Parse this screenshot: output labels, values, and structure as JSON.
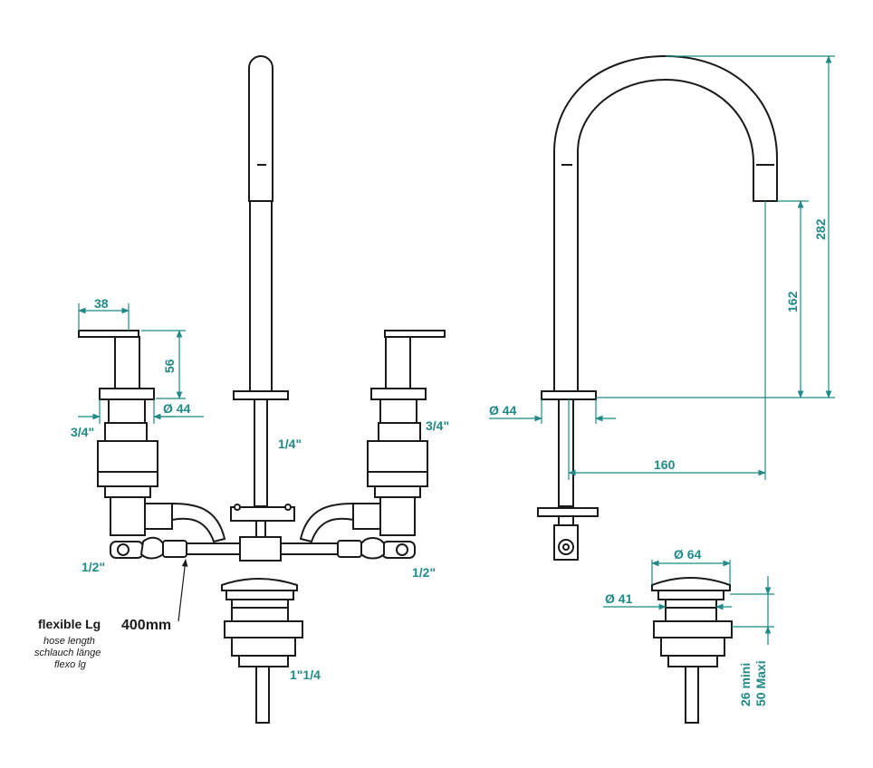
{
  "colors": {
    "dimension": "#1f8a88",
    "outline": "#1a1a1a"
  },
  "front_view": {
    "handle_width": "38",
    "handle_height": "56",
    "handle_base_diameter": "Ø 44",
    "inlet_left": "3/4\"",
    "inlet_right": "3/4\"",
    "spout_connection": "1/4\"",
    "hose_connection_left": "1/2\"",
    "hose_connection_right": "1/2\"",
    "waste_thread": "1\"1/4"
  },
  "hose_note": {
    "label": "flexible Lg",
    "length": "400mm",
    "translations": [
      "hose length",
      "schlauch länge",
      "flexo lg"
    ]
  },
  "side_view": {
    "total_height": "282",
    "spout_clearance": "162",
    "spout_reach": "160",
    "base_diameter": "Ø 44"
  },
  "waste_detail": {
    "top_diameter": "Ø 64",
    "body_diameter": "Ø 41",
    "thickness_min": "26 mini",
    "thickness_max": "50 Maxi"
  }
}
